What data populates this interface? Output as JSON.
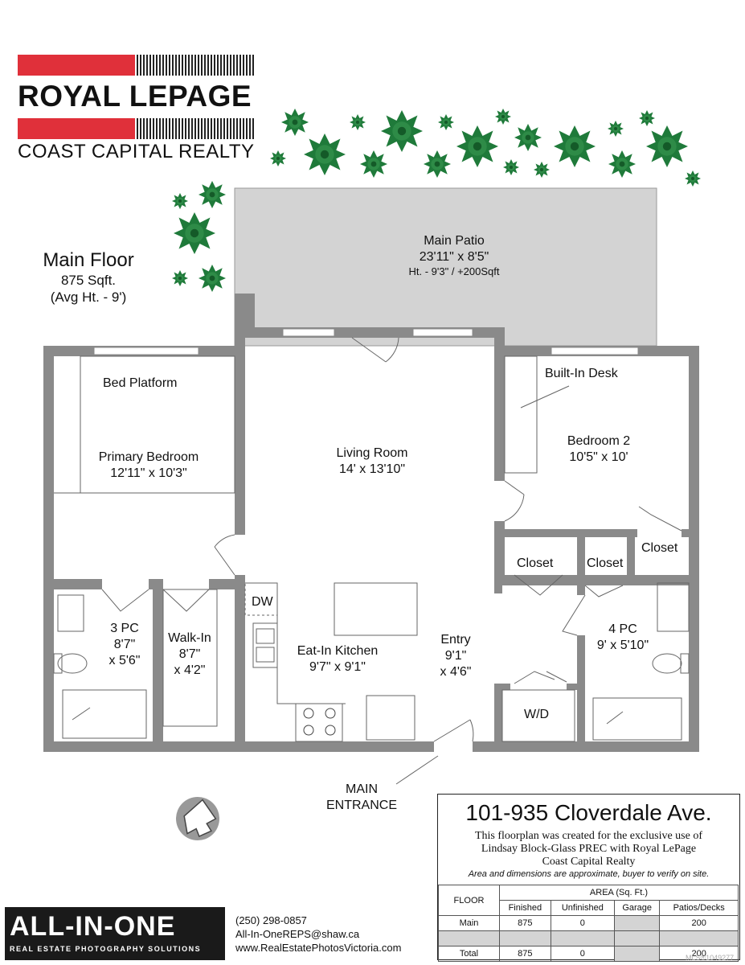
{
  "logo": {
    "brand_line1": "ROYAL LEPAGE",
    "brand_line2": "COAST CAPITAL REALTY",
    "bar_color": "#e0303a"
  },
  "floor_info": {
    "title": "Main Floor",
    "area": "875 Sqft.",
    "avg_height": "(Avg Ht. - 9')"
  },
  "rooms": {
    "patio": {
      "name": "Main Patio",
      "dims": "23'11\" x 8'5\"",
      "note": "Ht. - 9'3\" / +200Sqft"
    },
    "bed_platform": "Bed Platform",
    "primary_bedroom": {
      "name": "Primary Bedroom",
      "dims": "12'11\" x 10'3\""
    },
    "living_room": {
      "name": "Living Room",
      "dims": "14' x 13'10\""
    },
    "built_in_desk": "Built-In Desk",
    "bedroom2": {
      "name": "Bedroom 2",
      "dims": "10'5\" x 10'"
    },
    "closet_a": "Closet",
    "closet_b": "Closet",
    "closet_c": "Closet",
    "dw": "DW",
    "bath3": {
      "name": "3 PC",
      "dims1": "8'7\"",
      "dims2": "x 5'6\""
    },
    "walkin": {
      "name": "Walk-In",
      "dims1": "8'7\"",
      "dims2": "x 4'2\""
    },
    "kitchen": {
      "name": "Eat-In Kitchen",
      "dims": "9'7\" x 9'1\""
    },
    "entry": {
      "name": "Entry",
      "dims1": "9'1\"",
      "dims2": "x 4'6\""
    },
    "bath4": {
      "name": "4 PC",
      "dims": "9' x 5'10\""
    },
    "wd": "W/D"
  },
  "main_entrance": {
    "line1": "MAIN",
    "line2": "ENTRANCE"
  },
  "address_box": {
    "address": "101-935 Cloverdale Ave.",
    "line1": "This floorplan was created for the exclusive use of",
    "line2": "Lindsay Block-Glass PREC with Royal LePage",
    "line3": "Coast Capital Realty",
    "disclaimer": "Area and dimensions are approximate, buyer to verify on site."
  },
  "area_table": {
    "floor_header": "FLOOR",
    "area_header": "AREA (Sq. Ft.)",
    "columns": [
      "Finished",
      "Unfinished",
      "Garage",
      "Patios/Decks"
    ],
    "rows": [
      {
        "floor": "Main",
        "values": [
          "875",
          "0",
          "",
          "200"
        ]
      },
      {
        "floor": "",
        "values": [
          "",
          "",
          "",
          ""
        ]
      },
      {
        "floor": "Total",
        "values": [
          "875",
          "0",
          "",
          "200"
        ]
      }
    ]
  },
  "company": {
    "name": "ALL-IN-ONE",
    "tagline": "REAL ESTATE PHOTOGRAPHY SOLUTIONS",
    "phone": "(250) 298-0857",
    "email": "All-In-OneREPS@shaw.ca",
    "website": "www.RealEstatePhotosVictoria.com"
  },
  "mls": "MLS®1049277",
  "colors": {
    "wall": "#8a8a8a",
    "patio": "#d3d3d3",
    "tree": "#1f7a3a",
    "logo_red": "#e0303a"
  }
}
